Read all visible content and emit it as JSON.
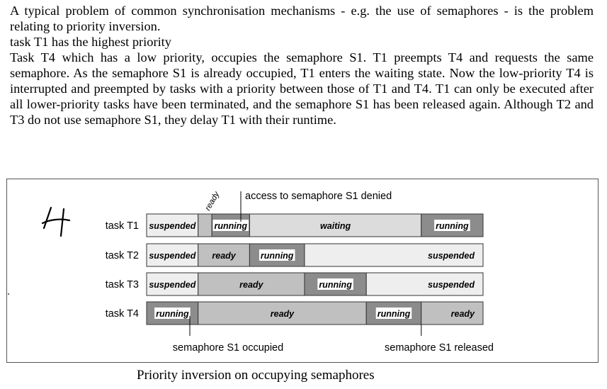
{
  "paragraphs": [
    "A typical problem of common synchronisation mechanisms - e.g. the use of semaphores - is the problem relating to priority inversion.",
    "task T1 has the highest priority",
    "Task T4 which has a low priority, occupies the semaphore S1. T1 preempts T4 and requests the same semaphore. As the semaphore S1 is already occupied, T1 enters the waiting state. Now the low-priority T4 is interrupted and preempted by tasks with a priority between those of T1 and T4. T1 can only be executed after all lower-priority tasks have been terminated, and the semaphore S1 has been released again. Although T2 and T3 do not use semaphore S1, they delay T1 with their runtime."
  ],
  "diagram": {
    "handwritten_mark": "4",
    "tasks": [
      {
        "label": "task T1",
        "segments": [
          {
            "state": "suspended",
            "label": "suspended",
            "start": 0,
            "end": 7.5
          },
          {
            "state": "ready",
            "label": "",
            "start": 7.5,
            "end": 9.5
          },
          {
            "state": "running",
            "label": "running",
            "start": 9.5,
            "end": 15
          },
          {
            "state": "waiting",
            "label": "waiting",
            "start": 15,
            "end": 40
          },
          {
            "state": "running",
            "label": "running",
            "start": 40,
            "end": 49
          }
        ]
      },
      {
        "label": "task T2",
        "segments": [
          {
            "state": "suspended",
            "label": "suspended",
            "start": 0,
            "end": 7.5
          },
          {
            "state": "ready",
            "label": "ready",
            "start": 7.5,
            "end": 15
          },
          {
            "state": "running",
            "label": "running",
            "start": 15,
            "end": 23
          },
          {
            "state": "suspended",
            "label": "suspended",
            "start": 23,
            "end": 49
          }
        ]
      },
      {
        "label": "task T3",
        "segments": [
          {
            "state": "suspended",
            "label": "suspended",
            "start": 0,
            "end": 7.5
          },
          {
            "state": "ready",
            "label": "ready",
            "start": 7.5,
            "end": 23
          },
          {
            "state": "running",
            "label": "running",
            "start": 23,
            "end": 32
          },
          {
            "state": "suspended",
            "label": "suspended",
            "start": 32,
            "end": 49
          }
        ]
      },
      {
        "label": "task T4",
        "segments": [
          {
            "state": "running",
            "label": "running",
            "start": 0,
            "end": 7.5
          },
          {
            "state": "ready",
            "label": "ready",
            "start": 7.5,
            "end": 32
          },
          {
            "state": "running",
            "label": "running",
            "start": 32,
            "end": 40
          },
          {
            "state": "ready",
            "label": "ready",
            "start": 40,
            "end": 49
          }
        ]
      }
    ],
    "annotations": {
      "ready_rotated": "ready",
      "access_denied": "access to semaphore S1 denied",
      "occupied": "semaphore S1 occupied",
      "released": "semaphore S1 released"
    },
    "colors": {
      "suspended": "#eeeeee",
      "ready": "#c0c0c0",
      "waiting": "#dcdcdc",
      "running": "#8c8c8c",
      "border": "#333333",
      "label_bg": "#ffffff"
    }
  },
  "caption": "Priority inversion on occupying semaphores"
}
